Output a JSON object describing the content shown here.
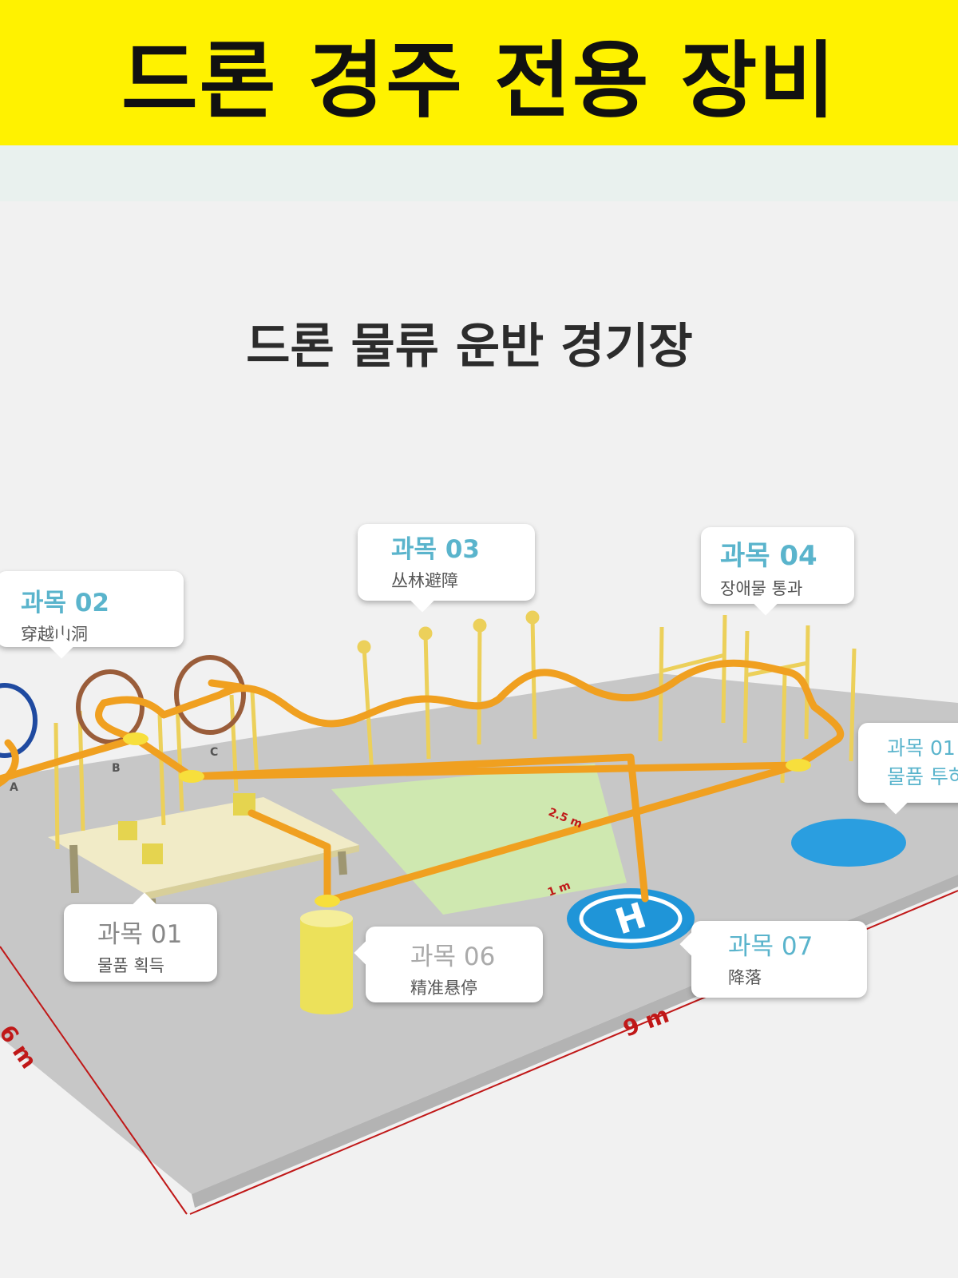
{
  "header": {
    "title": "드론 경주 전용 장비"
  },
  "subtitle": "드론 물류 운반 경기장",
  "callouts": {
    "c02": {
      "title": "과목 02",
      "desc": "穿越山洞"
    },
    "c03": {
      "title": "과목 03",
      "desc": "丛林避障"
    },
    "c04": {
      "title": "과목 04",
      "desc": "장애물 통과"
    },
    "c01r": {
      "title": "과목 01",
      "desc": "물품 투하"
    },
    "c01l": {
      "title": "과목 01",
      "desc": "물품 획득"
    },
    "c06": {
      "title": "과목 06",
      "desc": "精准悬停"
    },
    "c07": {
      "title": "과목 07",
      "desc": "降落"
    }
  },
  "ring_labels": [
    "A",
    "B",
    "C"
  ],
  "dimensions": {
    "width": "9 m",
    "depth": "6 m",
    "d1": "2.5 m",
    "d2": "1 m"
  },
  "helipad_letter": "H",
  "colors": {
    "banner": "#fff200",
    "track": "#f0a020",
    "pole": "#ecd05a",
    "accent_text": "#5ab4cc",
    "helipad": "#1f95d8",
    "drop_zone": "#2a9ee0",
    "green_zone": "#cfe8b0",
    "dim_line": "#c01818"
  }
}
